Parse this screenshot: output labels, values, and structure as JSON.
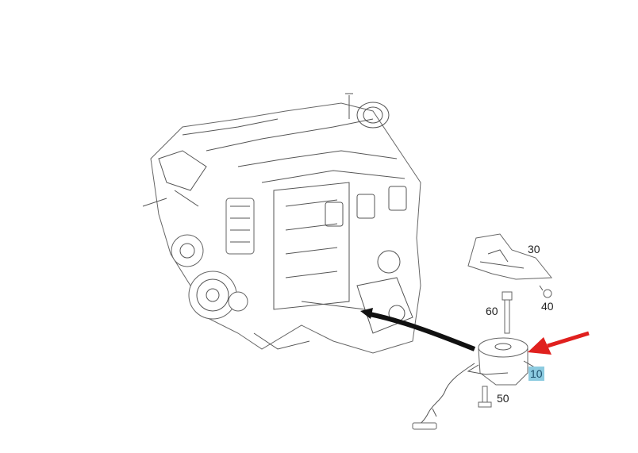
{
  "diagram": {
    "callouts": [
      {
        "id": "30",
        "part": "heat-shield"
      },
      {
        "id": "40",
        "part": "screw"
      },
      {
        "id": "60",
        "part": "bolt"
      },
      {
        "id": "10",
        "part": "engine-mount",
        "highlighted": true
      },
      {
        "id": "50",
        "part": "bolt"
      }
    ],
    "colors": {
      "highlight": "#8ccbe0",
      "red_arrow": "#e0201e",
      "black_arrow": "#111111"
    }
  }
}
